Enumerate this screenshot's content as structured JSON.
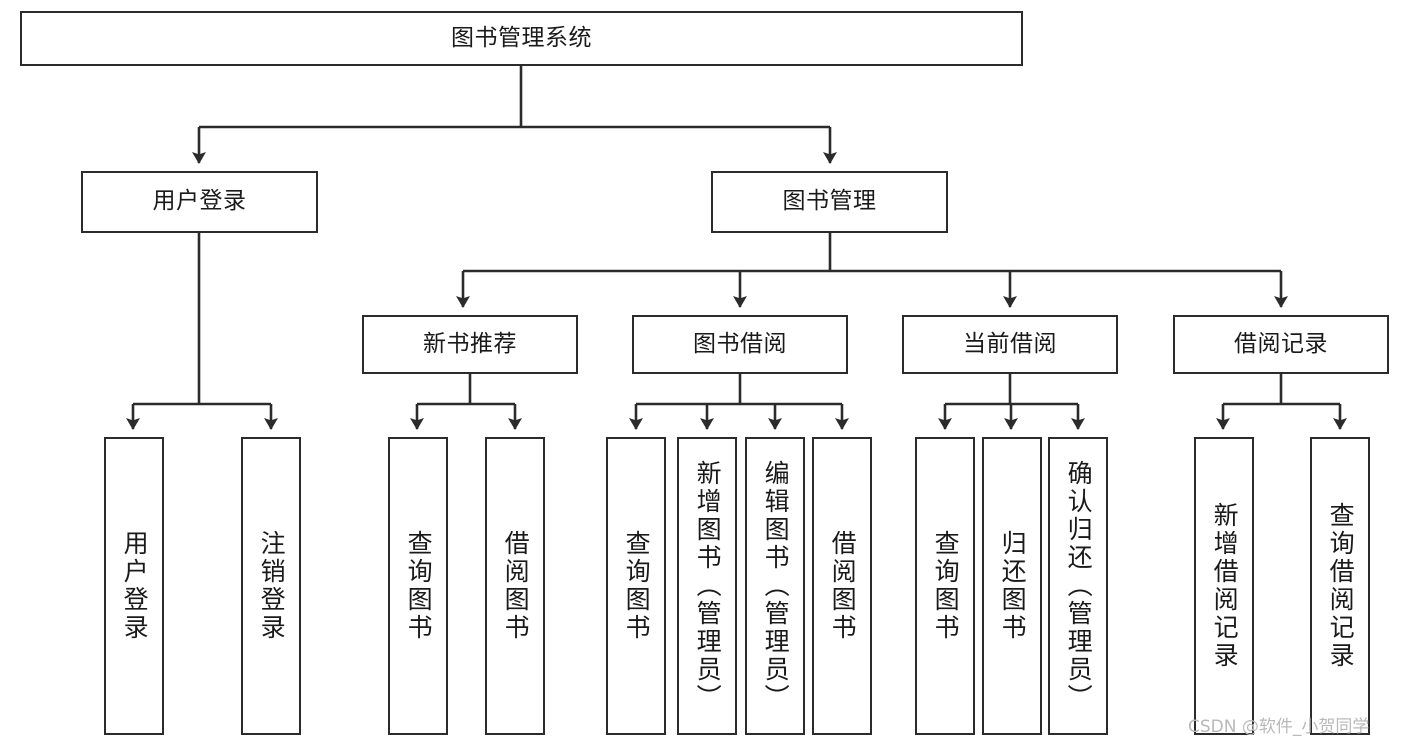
{
  "diagram": {
    "title": "图书管理系统",
    "watermark": "CSDN @软件_小贺同学",
    "colors": {
      "stroke": "#2b2b2b",
      "fill": "#ffffff",
      "text": "#1a1a1a",
      "watermark": "#b9b9b9"
    },
    "levels": {
      "root": {
        "label": "图书管理系统"
      },
      "level2": [
        {
          "id": "user-login",
          "label": "用户登录"
        },
        {
          "id": "book-management",
          "label": "图书管理"
        }
      ],
      "level3": [
        {
          "id": "new-book-recommend",
          "label": "新书推荐"
        },
        {
          "id": "book-borrow",
          "label": "图书借阅"
        },
        {
          "id": "current-borrow",
          "label": "当前借阅"
        },
        {
          "id": "borrow-record",
          "label": "借阅记录"
        }
      ],
      "leaves": [
        {
          "id": "leaf-user-login",
          "label": "用户登录",
          "parent": "user-login"
        },
        {
          "id": "leaf-logout-login",
          "label": "注销登录",
          "parent": "user-login"
        },
        {
          "id": "leaf-query-book-1",
          "label": "查询图书",
          "parent": "new-book-recommend"
        },
        {
          "id": "leaf-borrow-book-1",
          "label": "借阅图书",
          "parent": "new-book-recommend"
        },
        {
          "id": "leaf-query-book-2",
          "label": "查询图书",
          "parent": "book-borrow"
        },
        {
          "id": "leaf-add-book",
          "label": "新增图书（管理员）",
          "parent": "book-borrow"
        },
        {
          "id": "leaf-edit-book",
          "label": "编辑图书（管理员）",
          "parent": "book-borrow"
        },
        {
          "id": "leaf-borrow-book-2",
          "label": "借阅图书",
          "parent": "book-borrow"
        },
        {
          "id": "leaf-query-book-3",
          "label": "查询图书",
          "parent": "current-borrow"
        },
        {
          "id": "leaf-return-book",
          "label": "归还图书",
          "parent": "current-borrow"
        },
        {
          "id": "leaf-confirm-return",
          "label": "确认归还（管理员）",
          "parent": "current-borrow"
        },
        {
          "id": "leaf-add-record",
          "label": "新增借阅记录",
          "parent": "borrow-record"
        },
        {
          "id": "leaf-query-record",
          "label": "查询借阅记录",
          "parent": "borrow-record"
        }
      ]
    }
  }
}
